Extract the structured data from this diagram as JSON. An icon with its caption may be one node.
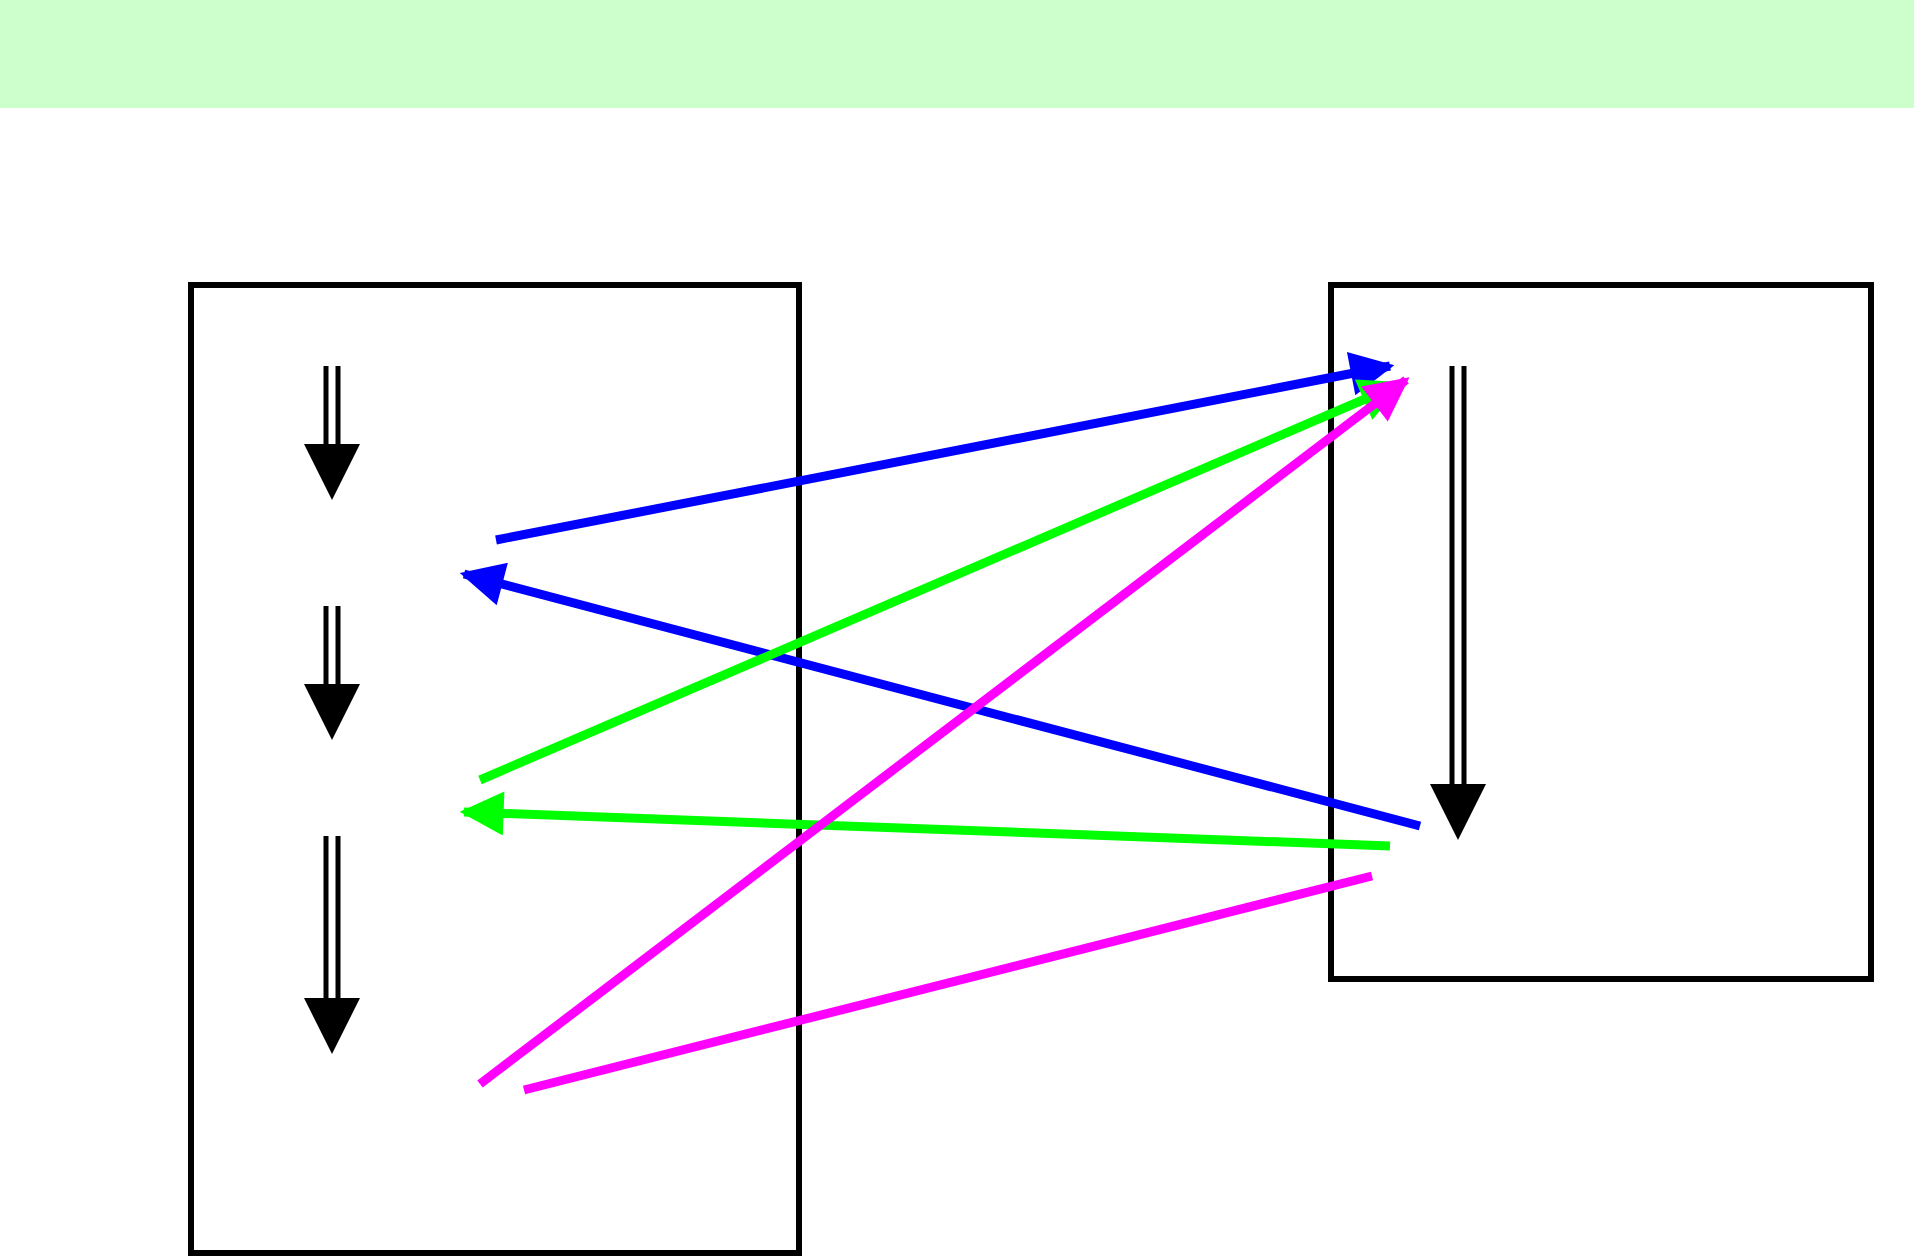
{
  "diagram": {
    "nodes": [
      {
        "text": [],
        "shape": "box"
      },
      {
        "text": [],
        "shape": "box"
      }
    ],
    "edges": [
      {
        "from": 0,
        "to": 1,
        "arrow": "to",
        "color": "#0000ff"
      },
      {
        "from": 1,
        "to": 0,
        "arrow": "to",
        "color": "#0000ff"
      },
      {
        "from": 0,
        "to": 1,
        "arrow": "to",
        "color": "#00ff00"
      },
      {
        "from": 1,
        "to": 0,
        "arrow": "to",
        "color": "#00ff00"
      },
      {
        "from": 0,
        "to": 1,
        "arrow": "to",
        "color": "#ff00ff"
      },
      {
        "from": 0,
        "to": 1,
        "arrow": "none",
        "color": "#ff00ff"
      }
    ]
  }
}
